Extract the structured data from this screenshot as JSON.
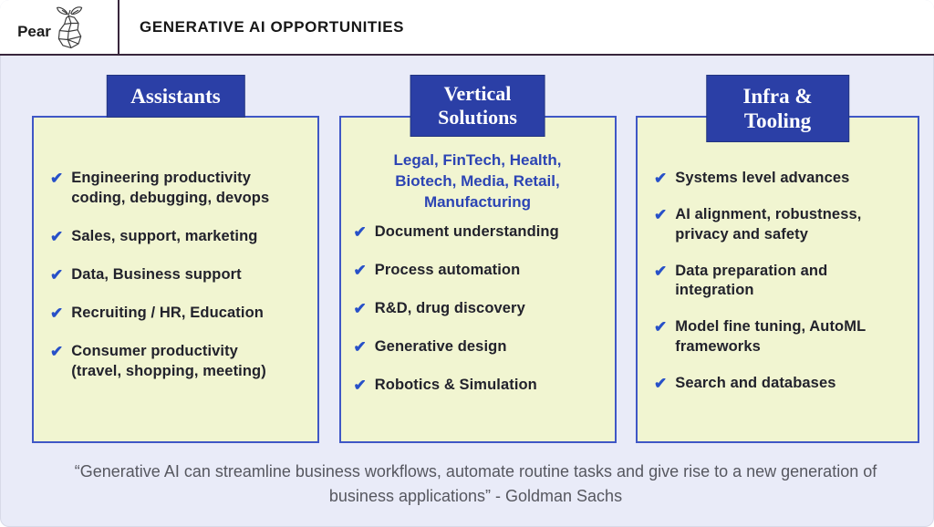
{
  "header": {
    "logo_text": "Pear",
    "title": "GENERATIVE AI OPPORTUNITIES"
  },
  "icons": {
    "check": "✔",
    "pear_logo": "low-poly-pear-with-leaves"
  },
  "colors": {
    "page_background": "#e9ebf8",
    "topbar_background": "#ffffff",
    "topbar_border": "#38263c",
    "column_header_blue": "#2b3fa6",
    "card_background": "#f1f5d1",
    "card_border": "#3f57c6",
    "check_blue": "#2750c8",
    "intro_blue": "#2c44b4",
    "body_text": "#22222c",
    "quote_gray": "#56575f"
  },
  "columns": [
    {
      "title": "Assistants",
      "items": [
        {
          "text": "Engineering productivity\ncoding, debugging, devops"
        },
        {
          "text": "Sales, support, marketing"
        },
        {
          "text": "Data, Business support"
        },
        {
          "text": "Recruiting / HR, Education"
        },
        {
          "text": "Consumer productivity\n(travel, shopping, meeting)"
        }
      ]
    },
    {
      "title": "Vertical\nSolutions",
      "intro": "Legal, FinTech, Health,\nBiotech, Media, Retail,\nManufacturing",
      "items": [
        {
          "text": "Document understanding"
        },
        {
          "text": "Process automation"
        },
        {
          "text": "R&D, drug discovery"
        },
        {
          "text": "Generative design"
        },
        {
          "text": "Robotics & Simulation"
        }
      ]
    },
    {
      "title": "Infra & Tooling",
      "items": [
        {
          "text": "Systems level advances"
        },
        {
          "text": "AI alignment, robustness,\nprivacy and safety"
        },
        {
          "text": "Data preparation and\nintegration"
        },
        {
          "text": "Model fine tuning, AutoML\nframeworks"
        },
        {
          "text": "Search and databases"
        }
      ]
    }
  ],
  "quote": {
    "text": "“Generative AI can streamline business workflows, automate routine tasks and give rise to a new generation of business applications” - Goldman Sachs"
  }
}
